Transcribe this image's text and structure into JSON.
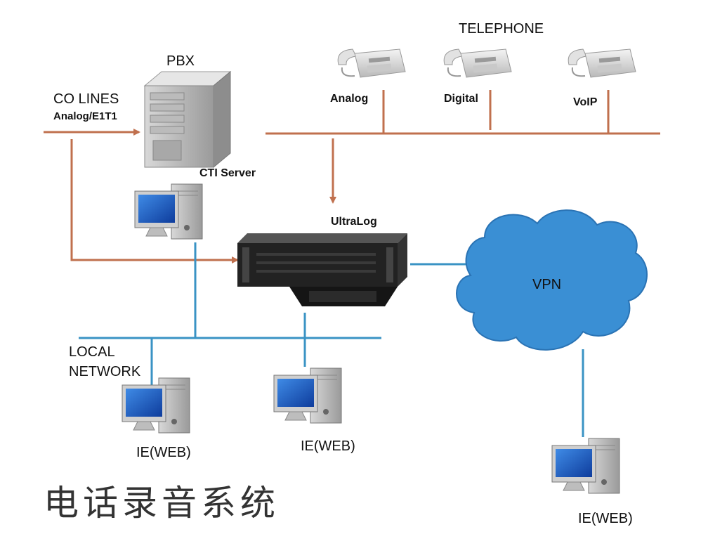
{
  "labels": {
    "pbx": "PBX",
    "telephone": "TELEPHONE",
    "analog": "Analog",
    "digital": "Digital",
    "voip": "VoIP",
    "co_lines": "CO  LINES",
    "co_lines_sub": "Analog/E1T1",
    "cti_server": "CTI Server",
    "ultralog": "UltraLog",
    "vpn": "VPN",
    "local_network_1": "LOCAL",
    "local_network_2": "NETWORK",
    "ie_web_1": "IE(WEB)",
    "ie_web_2": "IE(WEB)",
    "ie_web_3": "IE(WEB)",
    "title": "电话录音系统"
  },
  "colors": {
    "trunk_line": "#c0704e",
    "network_line": "#3a93c4",
    "cloud_fill": "#3a8fd4",
    "server_dark": "#222222",
    "pc_screen": "#1a5bc4"
  },
  "icons": [
    "pbx-tower-icon",
    "telephone-icon",
    "pc-icon",
    "rack-server-icon",
    "cloud-icon"
  ]
}
